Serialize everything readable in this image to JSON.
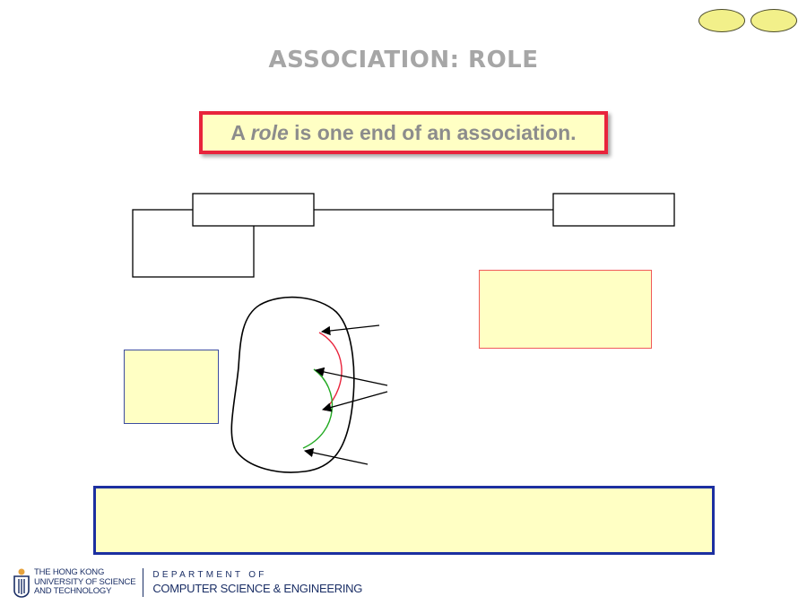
{
  "slide": {
    "title": "ASSOCIATION: ROLE"
  },
  "definition": {
    "prefix": "A ",
    "emphasis": "role",
    "suffix": " is one end of an association."
  },
  "footer": {
    "university_lines": [
      "THE HONG KONG",
      "UNIVERSITY OF SCIENCE",
      "AND TECHNOLOGY"
    ],
    "department_top": "DEPARTMENT OF",
    "department_bottom": "COMPUTER SCIENCE & ENGINEERING"
  },
  "colors": {
    "title": "#a6a6a6",
    "note_fill": "#ffffc4",
    "definition_border": "#e8243c",
    "red_note_border": "#f05a5a",
    "blue_note_border": "#3c4ca0",
    "bottom_note_border": "#1c2fa0",
    "red_arc": "#e8243c",
    "green_arc": "#22aa22",
    "nav_fill": "#f2f08a",
    "brand": "#1b2f66"
  },
  "icons": {
    "nav_prev": "oval-nav-button",
    "nav_next": "oval-nav-button",
    "logo": "hkust-logo-icon"
  }
}
